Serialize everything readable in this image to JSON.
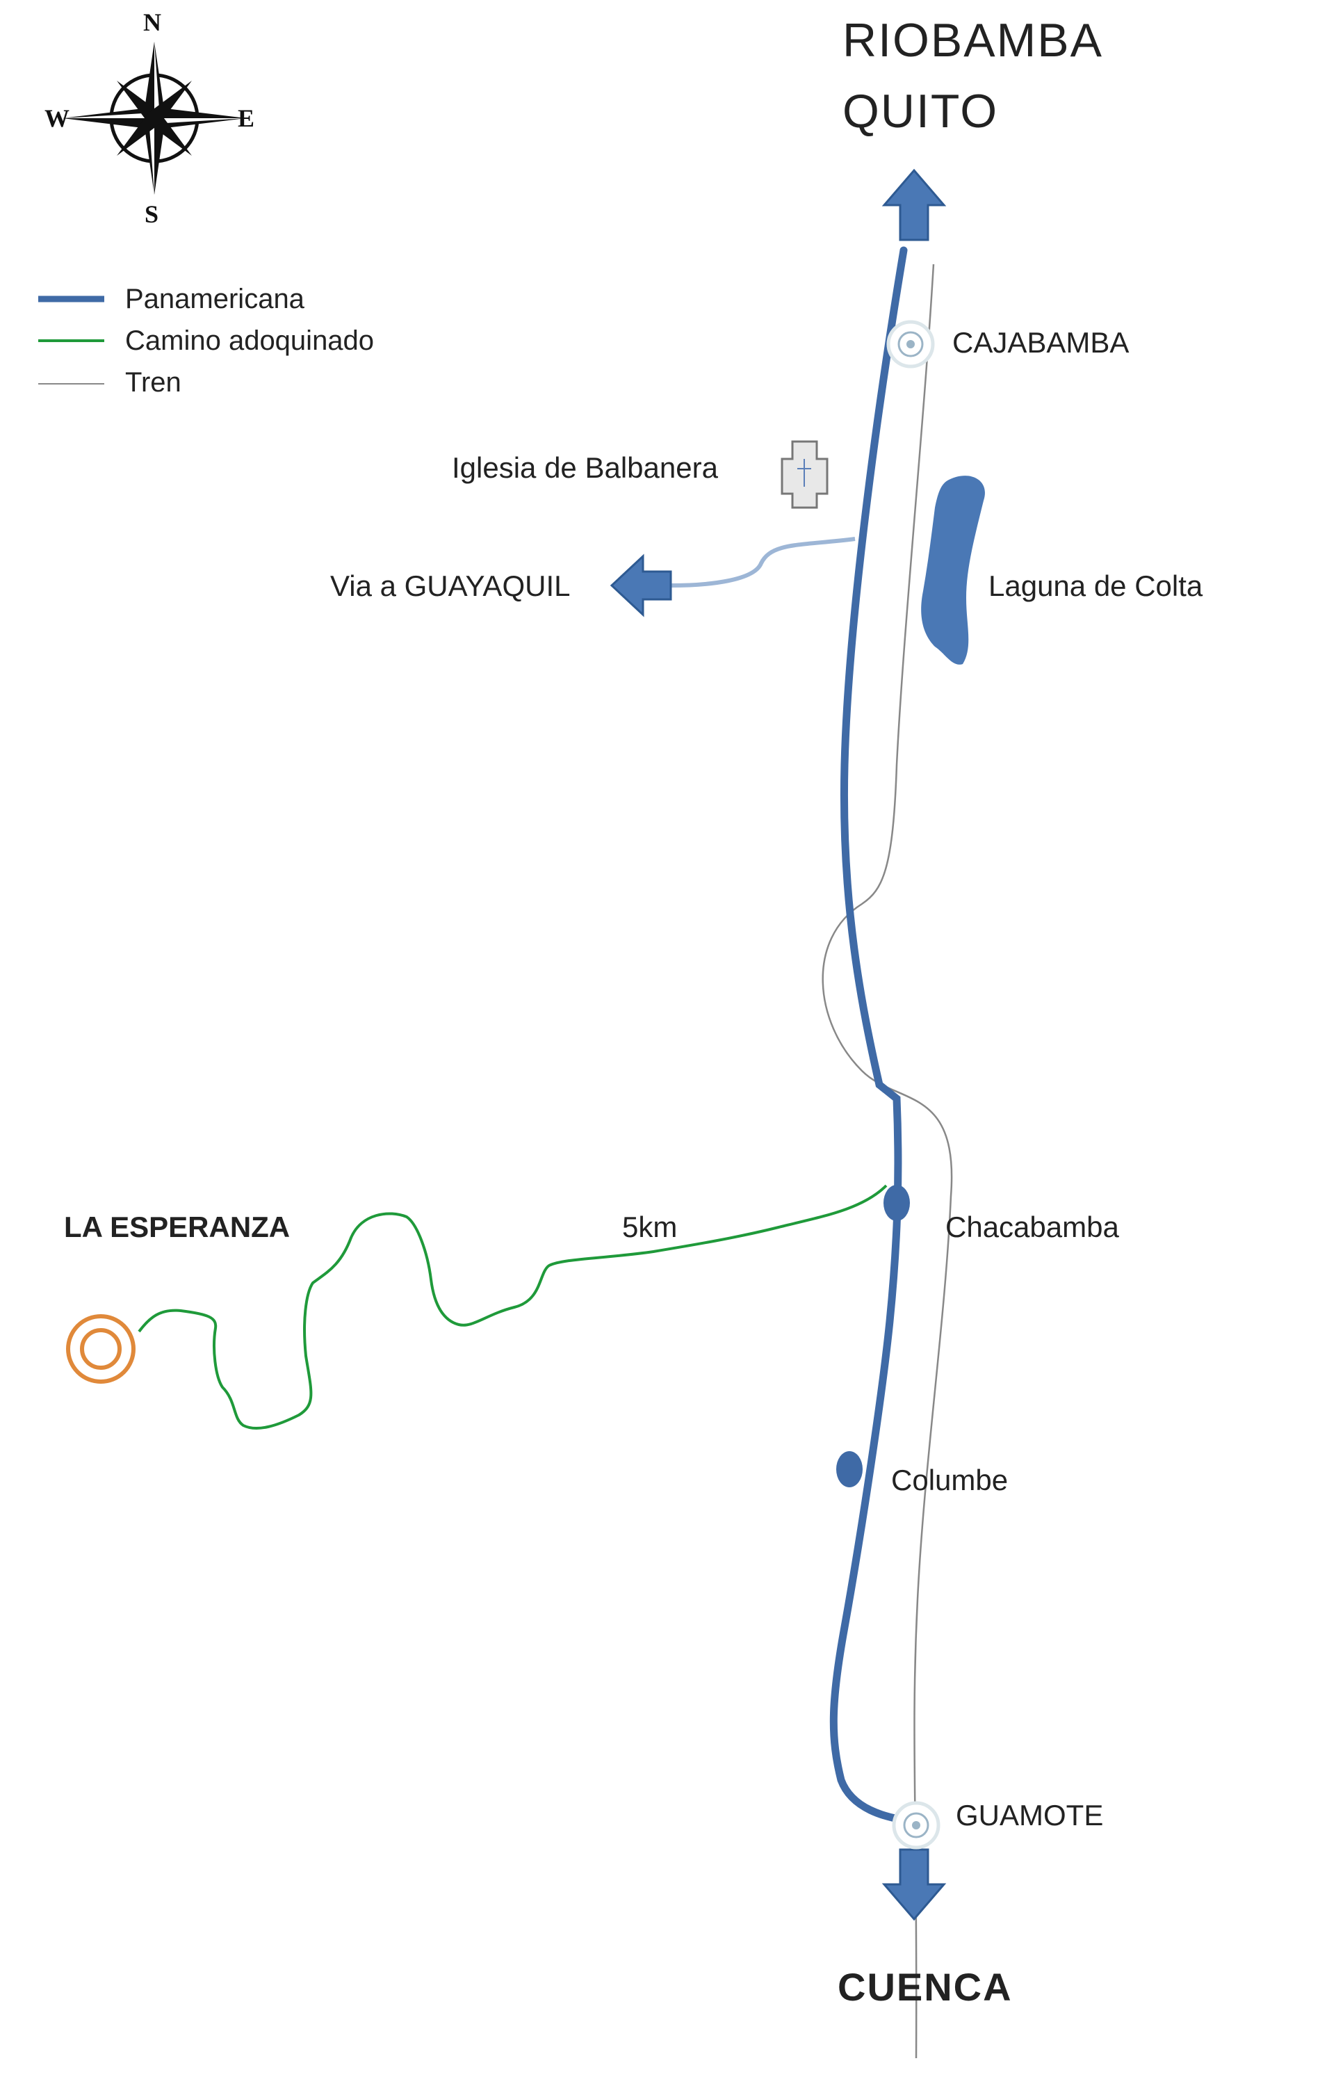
{
  "compass": {
    "n": "N",
    "s": "S",
    "e": "E",
    "w": "W"
  },
  "legend": [
    {
      "label": "Panamericana",
      "color": "#3f6aa6"
    },
    {
      "label": "Camino adoquinado",
      "color": "#1f9a3a"
    },
    {
      "label": "Tren",
      "color": "#888888"
    }
  ],
  "labels": {
    "riobamba": "RIOBAMBA",
    "quito": "QUITO",
    "cajabamba": "CAJABAMBA",
    "iglesia": "Iglesia de Balbanera",
    "via_guayaquil": "Via a GUAYAQUIL",
    "laguna": "Laguna de Colta",
    "la_esperanza": "LA ESPERANZA",
    "distance": "5km",
    "chacabamba": "Chacabamba",
    "columbe": "Columbe",
    "guamote": "GUAMOTE",
    "cuenca": "CUENCA"
  },
  "colors": {
    "road": "#3f6aa6",
    "road_fill": "#4a78b5",
    "trail": "#1f9a3a",
    "rail": "#888888",
    "branch": "#9db6d6",
    "destination": "#e0893a"
  }
}
